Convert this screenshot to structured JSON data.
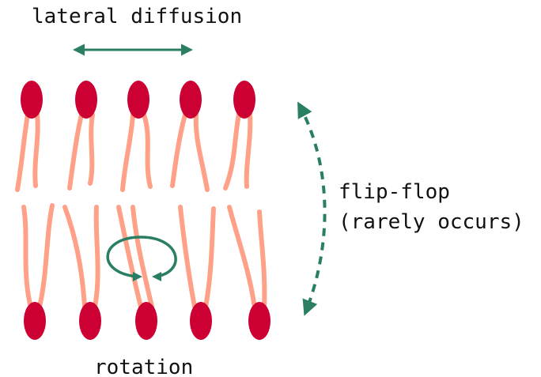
{
  "labels": {
    "lateral_diffusion": "lateral diffusion",
    "flip_flop": "flip-flop",
    "flip_flop_note": "(rarely occurs)",
    "rotation": "rotation"
  },
  "colors": {
    "head": "#cc0033",
    "tail": "#ffa088",
    "arrow": "#2a7f62",
    "text": "#111111",
    "background": "#ffffff"
  }
}
